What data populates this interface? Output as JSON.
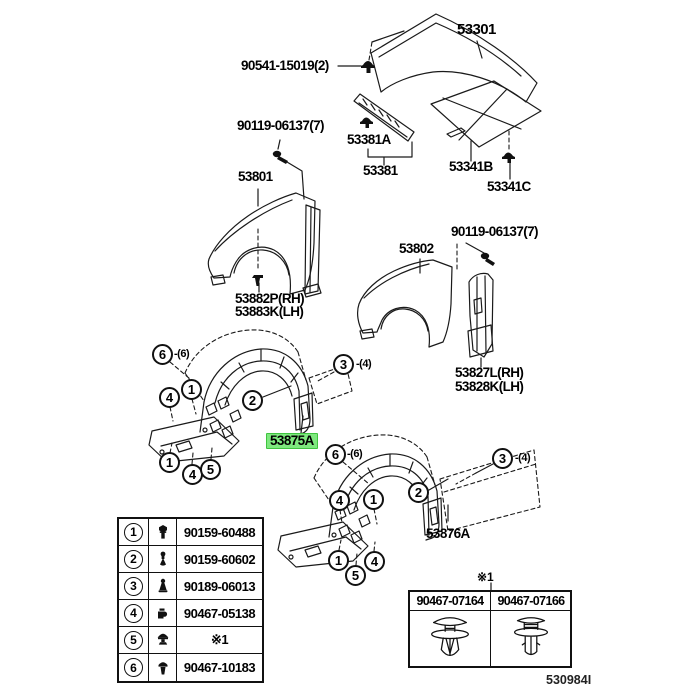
{
  "doc": {
    "figure_id": "530984I",
    "footnote": "※1"
  },
  "colors": {
    "highlight_bg": "#7ee87e",
    "highlight_border": "#3fc43f",
    "line": "#1a1a1a"
  },
  "labels": {
    "hood": "53301",
    "hood_fastener": "90541-15019(2)",
    "fender_bolt_left": "90119-06137(7)",
    "hood_seal_a": "53381A",
    "hood_seal": "53381",
    "hood_brace_b": "53341B",
    "hood_brace_c": "53341C",
    "fender_front_lh": "53801",
    "fender_bracket_rh": "53882P(RH)",
    "fender_bracket_lh": "53883K(LH)",
    "fender_bolt_right": "90119-06137(7)",
    "fender_front_rh": "53802",
    "fender_apron_rh": "53827L(RH)",
    "fender_apron_lh": "53828K(LH)",
    "liner_highlighted": "53875A",
    "liner_right": "53876A"
  },
  "callouts": [
    {
      "n": "6",
      "suffix": "-(6)"
    },
    {
      "n": "1"
    },
    {
      "n": "4"
    },
    {
      "n": "2"
    },
    {
      "n": "3",
      "suffix": "-(4)"
    },
    {
      "n": "1"
    },
    {
      "n": "4"
    },
    {
      "n": "5"
    },
    {
      "n": "6",
      "suffix": "-(6)"
    },
    {
      "n": "1"
    },
    {
      "n": "4"
    },
    {
      "n": "2"
    },
    {
      "n": "3",
      "suffix": "-(4)"
    },
    {
      "n": "1"
    },
    {
      "n": "4"
    },
    {
      "n": "5"
    }
  ],
  "fastener_table": {
    "rows": [
      {
        "no": "1",
        "icon": "bolt-icon",
        "part": "90159-60488"
      },
      {
        "no": "2",
        "icon": "screw-icon",
        "part": "90159-60602"
      },
      {
        "no": "3",
        "icon": "grommet-icon",
        "part": "90189-06013"
      },
      {
        "no": "4",
        "icon": "retainer-clip-icon",
        "part": "90467-05138"
      },
      {
        "no": "5",
        "icon": "push-rivet-icon",
        "part": "※1"
      },
      {
        "no": "6",
        "icon": "grommet-screw-icon",
        "part": "90467-10183"
      }
    ]
  },
  "variant_table": {
    "note": "※1",
    "columns": [
      "90467-07164",
      "90467-07166"
    ]
  }
}
